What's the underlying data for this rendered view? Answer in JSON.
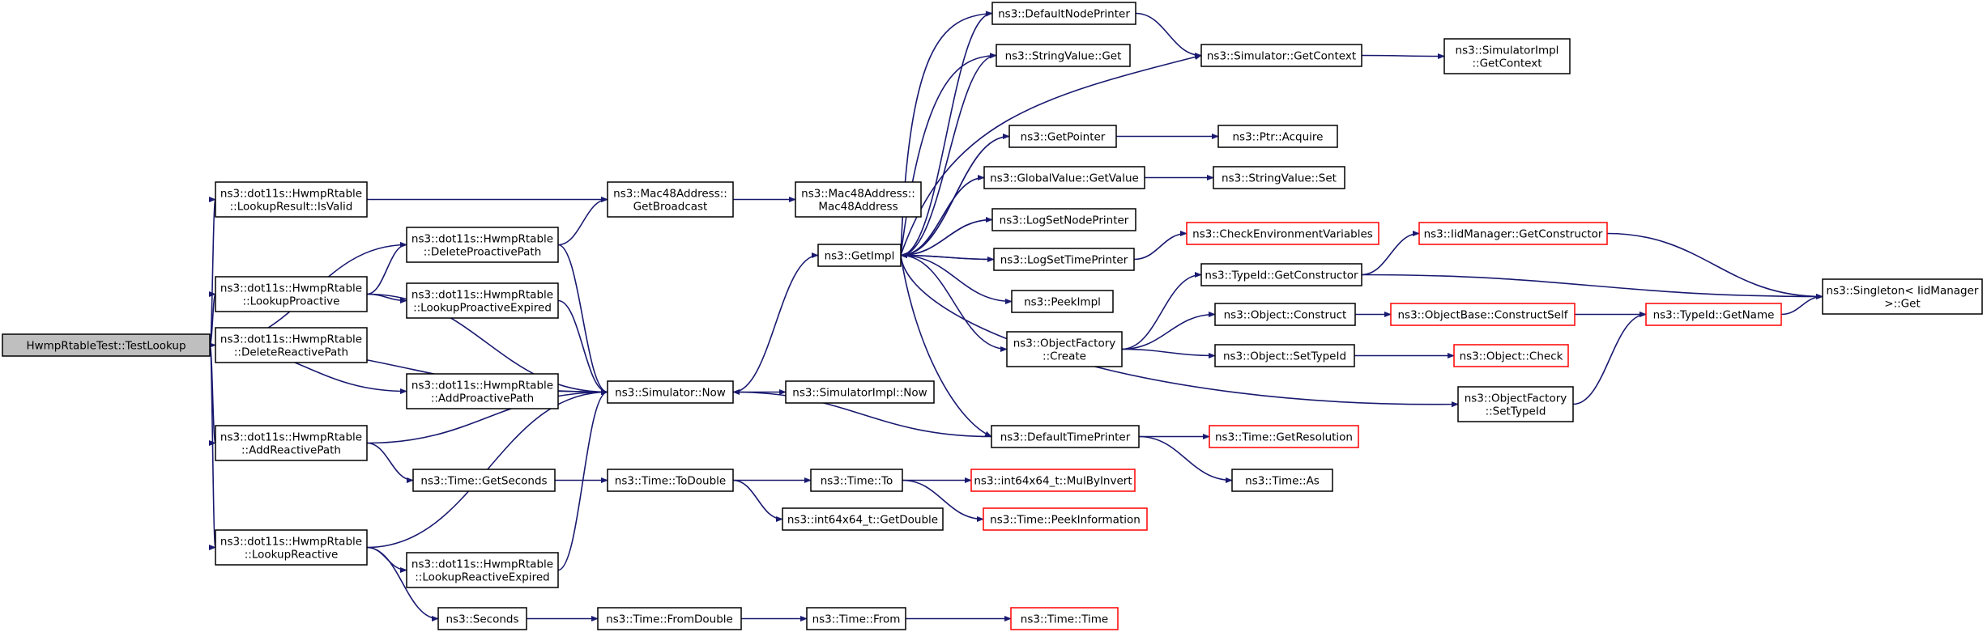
{
  "colors": {
    "edge": "#191970",
    "node_border": "#000000",
    "truncated_border": "#ff0000",
    "root_fill": "#bfbfbf",
    "node_fill": "#ffffff"
  },
  "nodes": [
    {
      "id": "root",
      "lines": [
        "HwmpRtableTest::TestLookup"
      ],
      "style": "root"
    },
    {
      "id": "isvalid",
      "lines": [
        "ns3::dot11s::HwmpRtable",
        "::LookupResult::IsValid"
      ],
      "style": "normal"
    },
    {
      "id": "lookupproactive",
      "lines": [
        "ns3::dot11s::HwmpRtable",
        "::LookupProactive"
      ],
      "style": "normal"
    },
    {
      "id": "deletereactive",
      "lines": [
        "ns3::dot11s::HwmpRtable",
        "::DeleteReactivePath"
      ],
      "style": "normal"
    },
    {
      "id": "addreactive",
      "lines": [
        "ns3::dot11s::HwmpRtable",
        "::AddReactivePath"
      ],
      "style": "normal"
    },
    {
      "id": "lookupreactive",
      "lines": [
        "ns3::dot11s::HwmpRtable",
        "::LookupReactive"
      ],
      "style": "normal"
    },
    {
      "id": "deleteproactive",
      "lines": [
        "ns3::dot11s::HwmpRtable",
        "::DeleteProactivePath"
      ],
      "style": "normal"
    },
    {
      "id": "lookupproactiveexpired",
      "lines": [
        "ns3::dot11s::HwmpRtable",
        "::LookupProactiveExpired"
      ],
      "style": "normal"
    },
    {
      "id": "addproactive",
      "lines": [
        "ns3::dot11s::HwmpRtable",
        "::AddProactivePath"
      ],
      "style": "normal"
    },
    {
      "id": "getseconds",
      "lines": [
        "ns3::Time::GetSeconds"
      ],
      "style": "normal"
    },
    {
      "id": "lookupreactiveexpired",
      "lines": [
        "ns3::dot11s::HwmpRtable",
        "::LookupReactiveExpired"
      ],
      "style": "normal"
    },
    {
      "id": "seconds",
      "lines": [
        "ns3::Seconds"
      ],
      "style": "normal"
    },
    {
      "id": "getbroadcast",
      "lines": [
        "ns3::Mac48Address::",
        "GetBroadcast"
      ],
      "style": "normal"
    },
    {
      "id": "now",
      "lines": [
        "ns3::Simulator::Now"
      ],
      "style": "normal"
    },
    {
      "id": "todouble",
      "lines": [
        "ns3::Time::ToDouble"
      ],
      "style": "normal"
    },
    {
      "id": "fromdouble",
      "lines": [
        "ns3::Time::FromDouble"
      ],
      "style": "normal"
    },
    {
      "id": "mac48address",
      "lines": [
        "ns3::Mac48Address::",
        "Mac48Address"
      ],
      "style": "normal"
    },
    {
      "id": "simimplnow",
      "lines": [
        "ns3::SimulatorImpl::Now"
      ],
      "style": "normal"
    },
    {
      "id": "timeto",
      "lines": [
        "ns3::Time::To"
      ],
      "style": "normal"
    },
    {
      "id": "getdouble",
      "lines": [
        "ns3::int64x64_t::GetDouble"
      ],
      "style": "normal"
    },
    {
      "id": "timefrom",
      "lines": [
        "ns3::Time::From"
      ],
      "style": "normal"
    },
    {
      "id": "getimpl",
      "lines": [
        "ns3::GetImpl"
      ],
      "style": "normal"
    },
    {
      "id": "defaultnodeprinter",
      "lines": [
        "ns3::DefaultNodePrinter"
      ],
      "style": "normal"
    },
    {
      "id": "stringvalueget",
      "lines": [
        "ns3::StringValue::Get"
      ],
      "style": "normal"
    },
    {
      "id": "getpointer",
      "lines": [
        "ns3::GetPointer"
      ],
      "style": "normal"
    },
    {
      "id": "globalvalueget",
      "lines": [
        "ns3::GlobalValue::GetValue"
      ],
      "style": "normal"
    },
    {
      "id": "logsetnodeprinter",
      "lines": [
        "ns3::LogSetNodePrinter"
      ],
      "style": "normal"
    },
    {
      "id": "logsettimeprinter",
      "lines": [
        "ns3::LogSetTimePrinter"
      ],
      "style": "normal"
    },
    {
      "id": "peekimpl",
      "lines": [
        "ns3::PeekImpl"
      ],
      "style": "normal"
    },
    {
      "id": "objectfactorycreate",
      "lines": [
        "ns3::ObjectFactory",
        "::Create"
      ],
      "style": "normal"
    },
    {
      "id": "defaulttimeprinter",
      "lines": [
        "ns3::DefaultTimePrinter"
      ],
      "style": "normal"
    },
    {
      "id": "mulbyinvert",
      "lines": [
        "ns3::int64x64_t::MulByInvert"
      ],
      "style": "truncated"
    },
    {
      "id": "peekinformation",
      "lines": [
        "ns3::Time::PeekInformation"
      ],
      "style": "truncated"
    },
    {
      "id": "timetime",
      "lines": [
        "ns3::Time::Time"
      ],
      "style": "truncated"
    },
    {
      "id": "simgetcontext",
      "lines": [
        "ns3::Simulator::GetContext"
      ],
      "style": "normal"
    },
    {
      "id": "ptracquire",
      "lines": [
        "ns3::Ptr::Acquire"
      ],
      "style": "normal"
    },
    {
      "id": "stringvalueset",
      "lines": [
        "ns3::StringValue::Set"
      ],
      "style": "normal"
    },
    {
      "id": "checkenv",
      "lines": [
        "ns3::CheckEnvironmentVariables"
      ],
      "style": "truncated"
    },
    {
      "id": "typeidgetconstructor",
      "lines": [
        "ns3::TypeId::GetConstructor"
      ],
      "style": "normal"
    },
    {
      "id": "objectconstruct",
      "lines": [
        "ns3::Object::Construct"
      ],
      "style": "normal"
    },
    {
      "id": "objectsettypeid",
      "lines": [
        "ns3::Object::SetTypeId"
      ],
      "style": "normal"
    },
    {
      "id": "objectfactorysettypeid",
      "lines": [
        "ns3::ObjectFactory",
        "::SetTypeId"
      ],
      "style": "normal"
    },
    {
      "id": "getresolution",
      "lines": [
        "ns3::Time::GetResolution"
      ],
      "style": "truncated"
    },
    {
      "id": "timeas",
      "lines": [
        "ns3::Time::As"
      ],
      "style": "normal"
    },
    {
      "id": "simimplgetcontext",
      "lines": [
        "ns3::SimulatorImpl",
        "::GetContext"
      ],
      "style": "normal"
    },
    {
      "id": "iidgetconstructor",
      "lines": [
        "ns3::IidManager::GetConstructor"
      ],
      "style": "truncated"
    },
    {
      "id": "constructself",
      "lines": [
        "ns3::ObjectBase::ConstructSelf"
      ],
      "style": "truncated"
    },
    {
      "id": "objectcheck",
      "lines": [
        "ns3::Object::Check"
      ],
      "style": "truncated"
    },
    {
      "id": "typeidgetname",
      "lines": [
        "ns3::TypeId::GetName"
      ],
      "style": "truncated"
    },
    {
      "id": "singletonget",
      "lines": [
        "ns3::Singleton< IidManager",
        " >::Get"
      ],
      "style": "normal"
    }
  ],
  "edges": [
    [
      "root",
      "isvalid"
    ],
    [
      "root",
      "deleteproactive"
    ],
    [
      "root",
      "lookupproactive"
    ],
    [
      "root",
      "now"
    ],
    [
      "root",
      "deletereactive"
    ],
    [
      "root",
      "addproactive"
    ],
    [
      "root",
      "addreactive"
    ],
    [
      "root",
      "lookupreactive"
    ],
    [
      "isvalid",
      "getbroadcast"
    ],
    [
      "lookupproactive",
      "deleteproactive"
    ],
    [
      "lookupproactive",
      "lookupproactiveexpired"
    ],
    [
      "lookupproactive",
      "now"
    ],
    [
      "deleteproactive",
      "getbroadcast"
    ],
    [
      "deleteproactive",
      "now"
    ],
    [
      "lookupproactiveexpired",
      "now"
    ],
    [
      "addproactive",
      "now"
    ],
    [
      "addreactive",
      "now"
    ],
    [
      "addreactive",
      "getseconds"
    ],
    [
      "lookupreactive",
      "now"
    ],
    [
      "lookupreactive",
      "lookupreactiveexpired"
    ],
    [
      "lookupreactive",
      "seconds"
    ],
    [
      "lookupreactiveexpired",
      "now"
    ],
    [
      "getseconds",
      "todouble"
    ],
    [
      "seconds",
      "fromdouble"
    ],
    [
      "getbroadcast",
      "mac48address"
    ],
    [
      "now",
      "getimpl"
    ],
    [
      "now",
      "simimplnow"
    ],
    [
      "todouble",
      "timeto"
    ],
    [
      "todouble",
      "getdouble"
    ],
    [
      "fromdouble",
      "timefrom"
    ],
    [
      "timeto",
      "mulbyinvert"
    ],
    [
      "timeto",
      "peekinformation"
    ],
    [
      "timefrom",
      "timetime"
    ],
    [
      "getimpl",
      "defaultnodeprinter"
    ],
    [
      "getimpl",
      "stringvalueget"
    ],
    [
      "getimpl",
      "simgetcontext"
    ],
    [
      "getimpl",
      "getpointer"
    ],
    [
      "getimpl",
      "globalvalueget"
    ],
    [
      "getimpl",
      "logsetnodeprinter"
    ],
    [
      "getimpl",
      "logsettimeprinter"
    ],
    [
      "getimpl",
      "peekimpl"
    ],
    [
      "getimpl",
      "objectfactorycreate"
    ],
    [
      "getimpl",
      "defaulttimeprinter"
    ],
    [
      "getimpl",
      "objectfactorysettypeid"
    ],
    [
      "defaultnodeprinter",
      "simgetcontext"
    ],
    [
      "defaultnodeprinter",
      "getimpl"
    ],
    [
      "stringvalueget",
      "getimpl"
    ],
    [
      "getpointer",
      "ptracquire"
    ],
    [
      "getpointer",
      "getimpl"
    ],
    [
      "globalvalueget",
      "stringvalueset"
    ],
    [
      "globalvalueget",
      "getimpl"
    ],
    [
      "logsetnodeprinter",
      "getimpl"
    ],
    [
      "logsettimeprinter",
      "checkenv"
    ],
    [
      "logsettimeprinter",
      "getimpl"
    ],
    [
      "objectfactorycreate",
      "typeidgetconstructor"
    ],
    [
      "objectfactorycreate",
      "objectconstruct"
    ],
    [
      "objectfactorycreate",
      "objectsettypeid"
    ],
    [
      "defaulttimeprinter",
      "now"
    ],
    [
      "defaulttimeprinter",
      "getresolution"
    ],
    [
      "defaulttimeprinter",
      "timeas"
    ],
    [
      "simgetcontext",
      "simimplgetcontext"
    ],
    [
      "typeidgetconstructor",
      "iidgetconstructor"
    ],
    [
      "typeidgetconstructor",
      "singletonget"
    ],
    [
      "objectconstruct",
      "constructself"
    ],
    [
      "objectsettypeid",
      "objectcheck"
    ],
    [
      "objectfactorysettypeid",
      "typeidgetname"
    ],
    [
      "constructself",
      "typeidgetname"
    ],
    [
      "typeidgetname",
      "singletonget"
    ],
    [
      "iidgetconstructor",
      "singletonget"
    ]
  ]
}
